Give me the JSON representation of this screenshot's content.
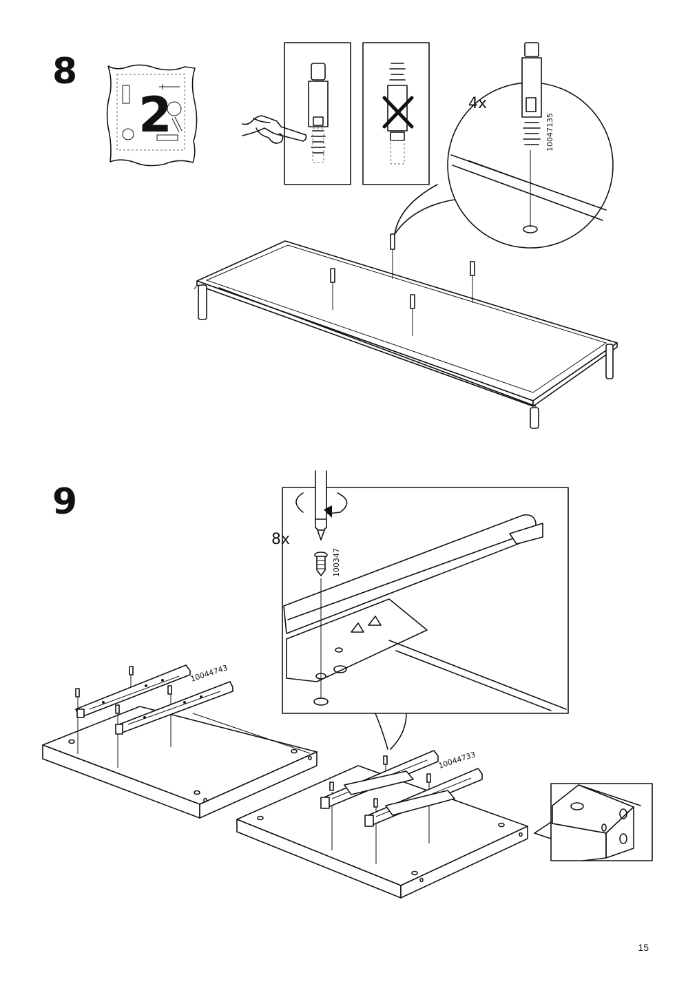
{
  "page": {
    "number": "15"
  },
  "step8": {
    "number": "8",
    "people_count": "2",
    "quantity": "4x",
    "part_id": "10047135"
  },
  "step9": {
    "number": "9",
    "quantity": "8x",
    "screw_id": "100347",
    "rail_id_left": "10044743",
    "rail_id_right": "10044733"
  },
  "icons": [
    "two-people-icon",
    "pointing-hand-icon",
    "wrong-cross-icon",
    "screwdriver-icon",
    "rotate-arrow-icon"
  ]
}
